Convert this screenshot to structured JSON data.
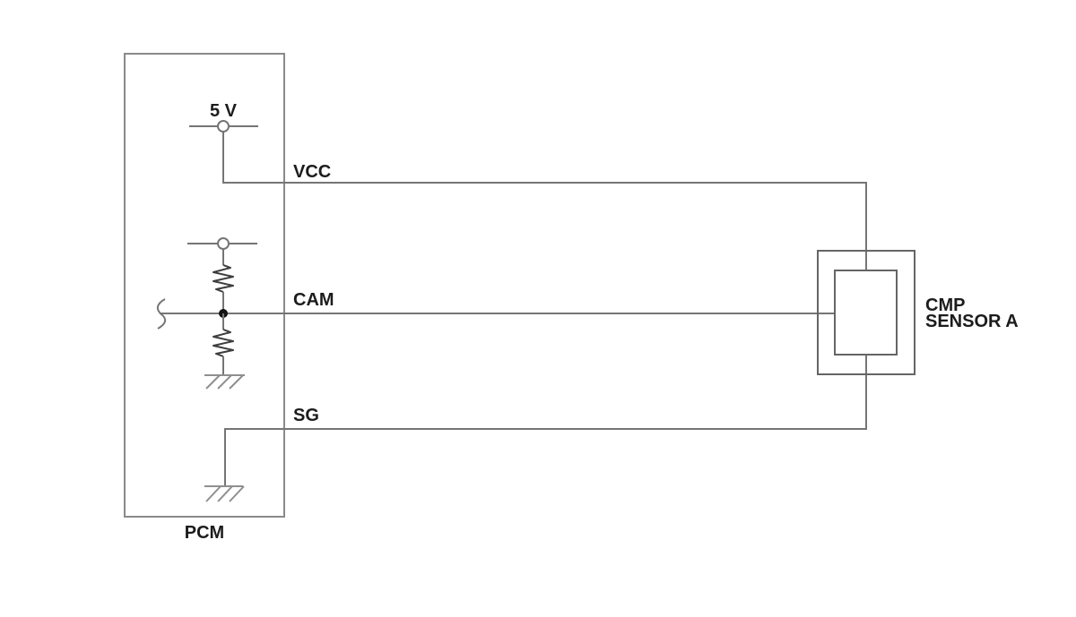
{
  "diagram": {
    "kind": "wiring-schematic",
    "pcm": {
      "label": "PCM",
      "supply_label": "5 V"
    },
    "sensor": {
      "label_line1": "CMP",
      "label_line2": "SENSOR A"
    },
    "wires": {
      "vcc": {
        "label": "VCC"
      },
      "cam": {
        "label": "CAM"
      },
      "sg": {
        "label": "SG"
      }
    },
    "colors": {
      "background": "#ffffff",
      "wire": "#757575",
      "pcm_box": "#8a8a8a",
      "sensor_box": "#656565",
      "resistor": "#3d3d3d",
      "junction_dot": "#141414",
      "ground": "#8f8f8f",
      "text": "#1c1c1c"
    }
  }
}
